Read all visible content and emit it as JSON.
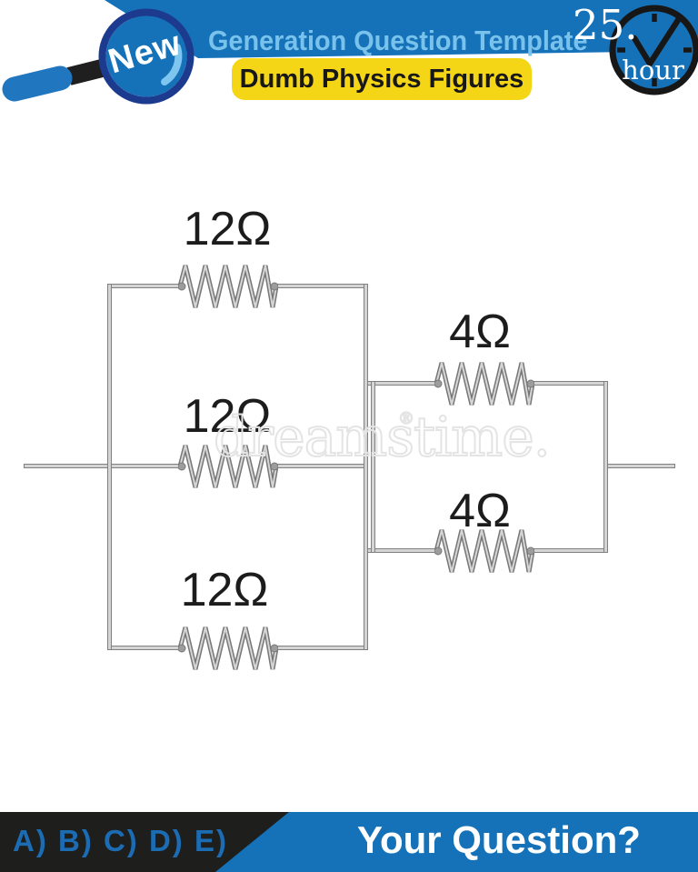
{
  "header": {
    "badge": "New",
    "title": "Generation Question Template",
    "subtitle": "Dumb Physics Figures",
    "hour_number": "25.",
    "hour_label": "hour"
  },
  "circuit": {
    "description": "Three 12-ohm resistors in parallel, in series with two 4-ohm resistors in parallel",
    "resistors": [
      {
        "id": "left-top",
        "label": "12Ω"
      },
      {
        "id": "left-middle",
        "label": "12Ω"
      },
      {
        "id": "left-bottom",
        "label": "12Ω"
      },
      {
        "id": "right-top",
        "label": "4Ω"
      },
      {
        "id": "right-bottom",
        "label": "4Ω"
      }
    ]
  },
  "watermark": {
    "text": "dreamstime.",
    "reg": "®"
  },
  "footer": {
    "options": "A) B) C) D) E)",
    "question": "Your Question?"
  },
  "colors": {
    "banner_blue": "#1572B9",
    "light_blue_text": "#79C2EC",
    "accent_yellow": "#F5D617",
    "footer_black": "#1E1E1C",
    "wire_gray": "#808080",
    "label_black": "#1C1C1C",
    "ring_navy": "#1C3B8F"
  }
}
